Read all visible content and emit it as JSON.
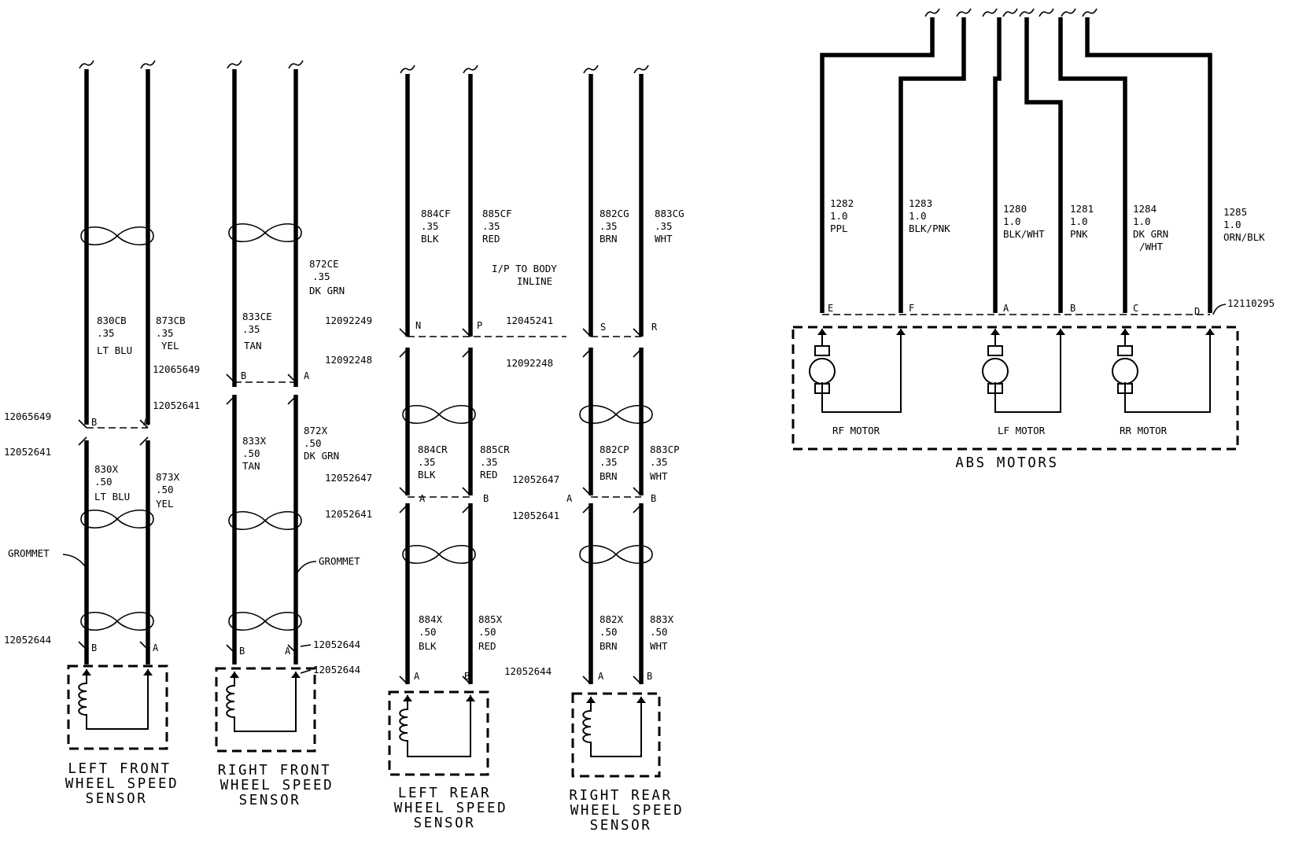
{
  "sensors": {
    "left_front": {
      "title": [
        "LEFT FRONT",
        "WHEEL SPEED",
        "SENSOR"
      ],
      "upper_wires": [
        {
          "circuit": "830CB",
          "gauge": ".35",
          "color": "LT BLU"
        },
        {
          "circuit": "873CB",
          "gauge": ".35",
          "color": "YEL"
        }
      ],
      "lower_wires": [
        {
          "circuit": "830X",
          "gauge": ".50",
          "color": "LT BLU"
        },
        {
          "circuit": "873X",
          "gauge": ".50",
          "color": "YEL"
        }
      ],
      "connector_upper": "12065649",
      "connector_lower": "12052641",
      "sensor_connector": "12052644",
      "grommet": "GROMMET",
      "pins": [
        "B",
        "A",
        "B",
        "A"
      ]
    },
    "right_front": {
      "title": [
        "RIGHT FRONT",
        "WHEEL SPEED",
        "SENSOR"
      ],
      "upper_wires": [
        {
          "circuit": "833CE",
          "gauge": ".35",
          "color": "TAN"
        },
        {
          "circuit": "872CE",
          "gauge": ".35",
          "color": "DK GRN"
        }
      ],
      "lower_wires": [
        {
          "circuit": "833X",
          "gauge": ".50",
          "color": "TAN"
        },
        {
          "circuit": "872X",
          "gauge": ".50",
          "color": "DK GRN"
        }
      ],
      "connector_upper": "12065649",
      "connector_lower": "12052641",
      "sensor_connector_a": "12052644",
      "sensor_connector_b": "12052644",
      "grommet": "GROMMET",
      "pins": [
        "B",
        "A",
        "B",
        "A"
      ]
    },
    "left_rear": {
      "title": [
        "LEFT REAR",
        "WHEEL SPEED",
        "SENSOR"
      ],
      "top_wires": [
        {
          "circuit": "884CF",
          "gauge": ".35",
          "color": "BLK"
        },
        {
          "circuit": "885CF",
          "gauge": ".35",
          "color": "RED"
        }
      ],
      "mid_wires": [
        {
          "circuit": "884CR",
          "gauge": ".35",
          "color": "BLK"
        },
        {
          "circuit": "885CR",
          "gauge": ".35",
          "color": "RED"
        }
      ],
      "lower_wires": [
        {
          "circuit": "884X",
          "gauge": ".50",
          "color": "BLK"
        },
        {
          "circuit": "885X",
          "gauge": ".50",
          "color": "RED"
        }
      ],
      "conn_inline_top": "12092249",
      "conn_inline_bottom": "12092248",
      "conn_mid_top": "12052647",
      "conn_mid_bottom": "12052641",
      "pins_inline": [
        "N",
        "P"
      ],
      "pins_mid": [
        "A",
        "B"
      ],
      "pins_sensor": [
        "A",
        "B"
      ]
    },
    "right_rear": {
      "title": [
        "RIGHT REAR",
        "WHEEL SPEED",
        "SENSOR"
      ],
      "top_wires": [
        {
          "circuit": "882CG",
          "gauge": ".35",
          "color": "BRN"
        },
        {
          "circuit": "883CG",
          "gauge": ".35",
          "color": "WHT"
        }
      ],
      "mid_wires": [
        {
          "circuit": "882CP",
          "gauge": ".35",
          "color": "BRN"
        },
        {
          "circuit": "883CP",
          "gauge": ".35",
          "color": "WHT"
        }
      ],
      "lower_wires": [
        {
          "circuit": "882X",
          "gauge": ".50",
          "color": "BRN"
        },
        {
          "circuit": "883X",
          "gauge": ".50",
          "color": "WHT"
        }
      ],
      "conn_inline_top": "12045241",
      "conn_inline_bottom": "12092248",
      "conn_mid_top": "12052647",
      "conn_mid_bottom": "12052641",
      "sensor_connector": "12052644",
      "pins_inline": [
        "S",
        "R"
      ],
      "pins_mid": [
        "A",
        "B"
      ],
      "pins_sensor": [
        "A",
        "B"
      ]
    },
    "inline_label": [
      "I/P TO BODY",
      "INLINE"
    ]
  },
  "abs": {
    "title": "ABS MOTORS",
    "connector": "12110295",
    "motors": [
      "RF MOTOR",
      "LF MOTOR",
      "RR MOTOR"
    ],
    "wires": [
      {
        "circuit": "1282",
        "gauge": "1.0",
        "color": "PPL",
        "pin": "E"
      },
      {
        "circuit": "1283",
        "gauge": "1.0",
        "color": "BLK/PNK",
        "pin": "F"
      },
      {
        "circuit": "1280",
        "gauge": "1.0",
        "color": "BLK/WHT",
        "pin": "A"
      },
      {
        "circuit": "1281",
        "gauge": "1.0",
        "color": "PNK",
        "pin": "B"
      },
      {
        "circuit": "1284",
        "gauge": "1.0",
        "color": "DK GRN",
        "color2": "/WHT",
        "pin": "C"
      },
      {
        "circuit": "1285",
        "gauge": "1.0",
        "color": "ORN/BLK",
        "pin": "D"
      }
    ]
  }
}
